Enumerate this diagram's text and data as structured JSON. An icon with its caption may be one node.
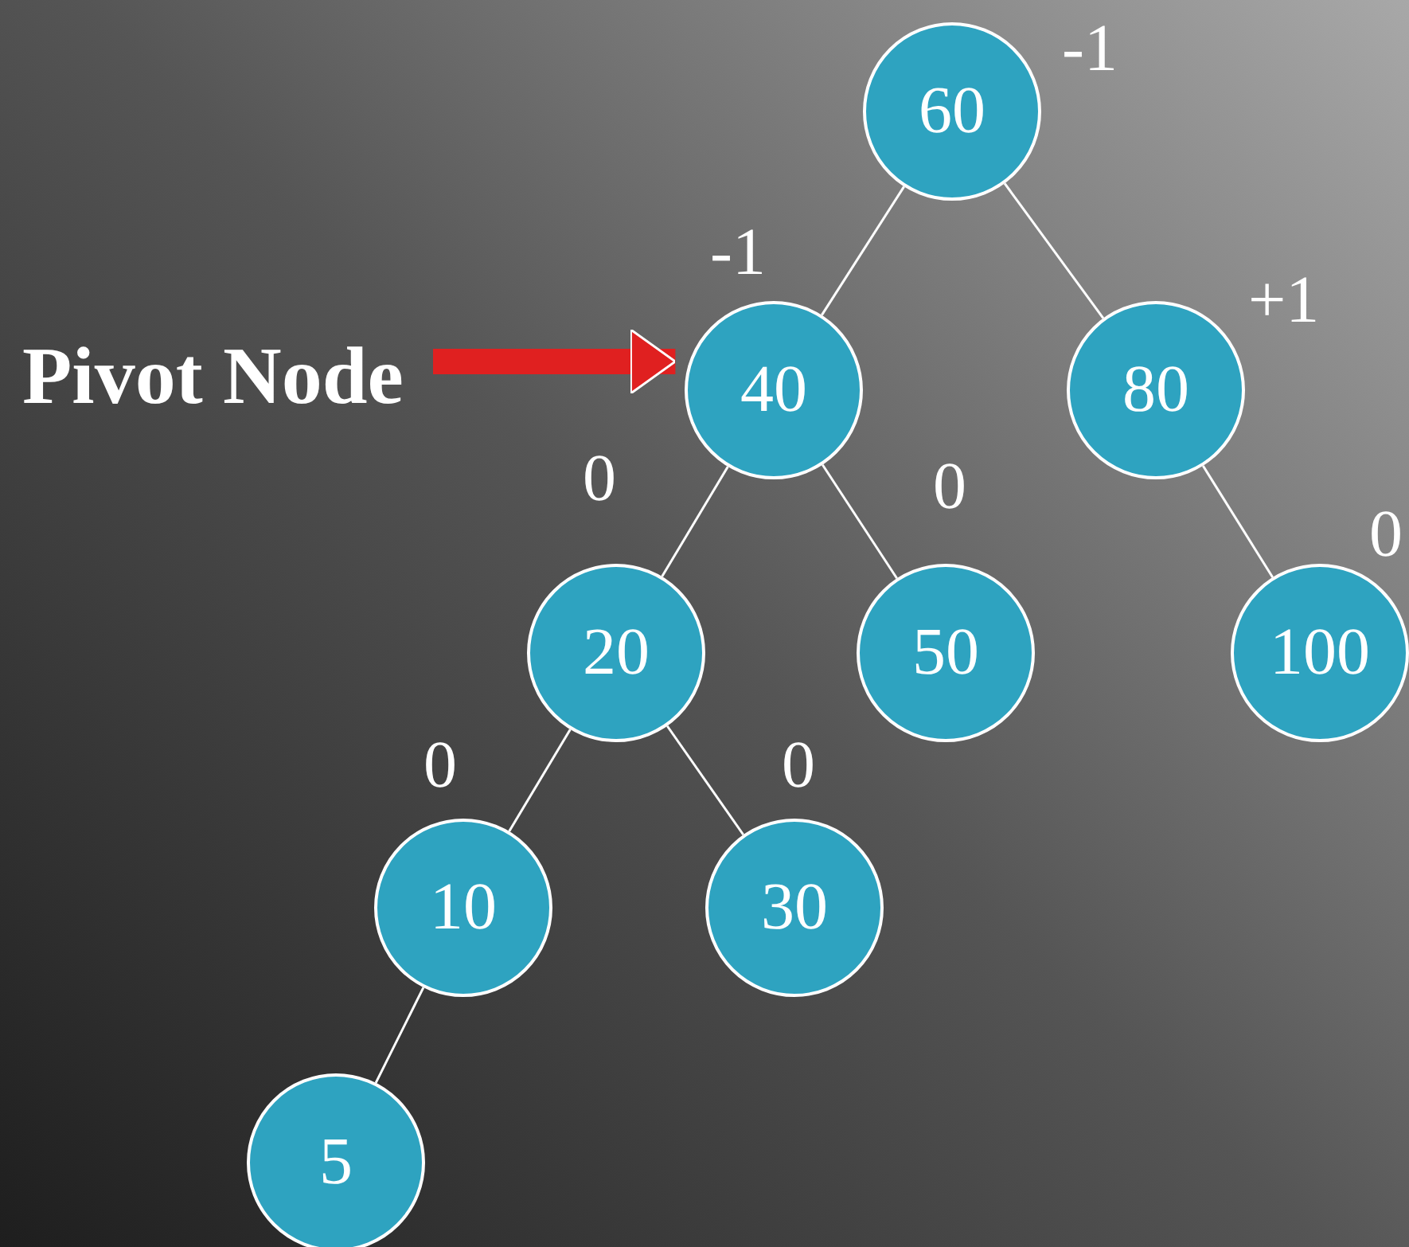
{
  "diagram": {
    "nodes": [
      {
        "text": [
          "60"
        ],
        "beside": [
          "-1"
        ]
      },
      {
        "text": [
          "Pivot Node"
        ]
      },
      {
        "text": [
          "40"
        ],
        "beside": [
          "-1"
        ]
      },
      {
        "text": [
          "80"
        ],
        "beside": [
          "+1"
        ]
      },
      {
        "text": [
          "20"
        ],
        "beside": [
          "0"
        ]
      },
      {
        "text": [
          "50"
        ],
        "beside": [
          "0"
        ]
      },
      {
        "text": [
          "100"
        ],
        "beside": [
          "0"
        ]
      },
      {
        "text": [
          "10"
        ],
        "beside": [
          "0"
        ]
      },
      {
        "text": [
          "30"
        ],
        "beside": [
          "0"
        ]
      },
      {
        "text": [
          "5"
        ]
      }
    ],
    "edges": [
      {
        "from": 0,
        "to": 2,
        "arrow": "none"
      },
      {
        "from": 0,
        "to": 3,
        "arrow": "none"
      },
      {
        "from": 1,
        "to": 2,
        "arrow": "to",
        "style": "thick",
        "color": "#e02020"
      },
      {
        "from": 2,
        "to": 4,
        "arrow": "none"
      },
      {
        "from": 2,
        "to": 5,
        "arrow": "none"
      },
      {
        "from": 3,
        "to": 6,
        "arrow": "none"
      },
      {
        "from": 4,
        "to": 7,
        "arrow": "none"
      },
      {
        "from": 4,
        "to": 8,
        "arrow": "none"
      },
      {
        "from": 7,
        "to": 9,
        "arrow": "none"
      }
    ]
  }
}
